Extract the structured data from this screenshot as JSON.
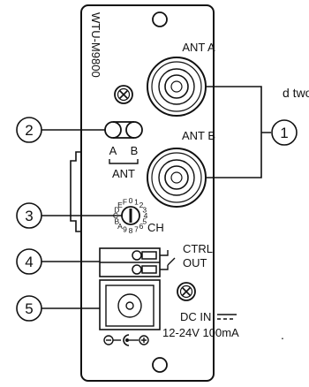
{
  "text_fragments": {
    "intro_top": "d two",
    "intro_bottom": "."
  },
  "panel": {
    "model": "WTU-M9800"
  },
  "connectors": {
    "ant_a": "ANT A",
    "ant_b": "ANT B"
  },
  "indicators": {
    "a": "A",
    "b": "B",
    "ant": "ANT"
  },
  "channel": {
    "label": "CH",
    "dial_digits": [
      "0",
      "1",
      "2",
      "3",
      "4",
      "5",
      "6",
      "7",
      "8",
      "9",
      "A",
      "B",
      "C",
      "D",
      "E",
      "F"
    ]
  },
  "ctrl": {
    "line1": "CTRL",
    "line2": "OUT"
  },
  "power": {
    "dc_in": "DC IN",
    "rating": "12-24V 100mA"
  },
  "callouts": {
    "n1": "1",
    "n2": "2",
    "n3": "3",
    "n4": "4",
    "n5": "5"
  }
}
